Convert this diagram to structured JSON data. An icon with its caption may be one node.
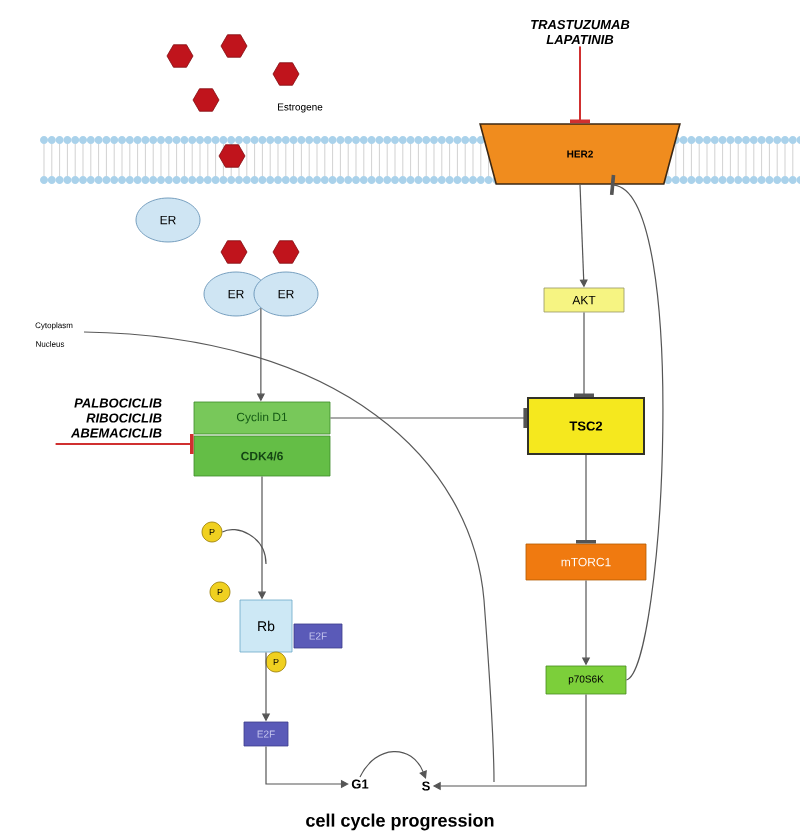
{
  "diagram": {
    "nodes": [
      {
        "text": [
          "TRASTUZUMAB LAPATINIB"
        ]
      },
      {
        "text": [
          "HER2"
        ]
      },
      {
        "text": [
          "ER"
        ]
      },
      {
        "text": [
          "ER"
        ]
      },
      {
        "text": [
          "ER"
        ]
      },
      {
        "text": [
          "Cyclin D1"
        ]
      },
      {
        "text": [
          "CDK4/6"
        ]
      },
      {
        "text": [
          "PALBOCICLIB RIBOCICLIB ABEMACICLIB"
        ]
      },
      {
        "text": [
          "AKT"
        ]
      },
      {
        "text": [
          "TSC2"
        ]
      },
      {
        "text": [
          "mTORC1"
        ]
      },
      {
        "text": [
          "p70S6K"
        ]
      },
      {
        "text": [
          "P"
        ]
      },
      {
        "text": [
          "Rb"
        ]
      },
      {
        "text": [
          "E2F"
        ]
      },
      {
        "text": [
          "P"
        ]
      },
      {
        "text": [
          "P"
        ]
      },
      {
        "text": [
          "E2F"
        ]
      },
      {
        "text": [
          "G1"
        ]
      },
      {
        "text": [
          "S"
        ]
      }
    ],
    "edges": [
      {
        "from": 0,
        "to": 1,
        "arrow": "other",
        "color": "#d03030"
      },
      {
        "from": 1,
        "to": 8,
        "arrow": "to"
      },
      {
        "from": 3,
        "to": 5,
        "arrow": "to"
      },
      {
        "from": 7,
        "to": 6,
        "arrow": "other",
        "color": "#d03030"
      },
      {
        "from": 5,
        "to": 9,
        "arrow": "other"
      },
      {
        "from": 8,
        "to": 9,
        "arrow": "other"
      },
      {
        "from": 9,
        "to": 10,
        "arrow": "other"
      },
      {
        "from": 10,
        "to": 11,
        "arrow": "to"
      },
      {
        "from": 11,
        "to": 19,
        "arrow": "to"
      },
      {
        "from": 11,
        "to": 1,
        "arrow": "other"
      },
      {
        "from": 6,
        "to": 13,
        "arrow": "to"
      },
      {
        "from": 13,
        "to": 17,
        "arrow": "to"
      },
      {
        "from": 17,
        "to": 18,
        "arrow": "to"
      },
      {
        "from": 18,
        "to": 19,
        "arrow": "to"
      },
      {
        "from": 12,
        "to": null,
        "arrow": "none"
      }
    ],
    "labels": [
      "Estrogene",
      "Cytoplasm",
      "Nucleus",
      "cell cycle progression"
    ]
  }
}
